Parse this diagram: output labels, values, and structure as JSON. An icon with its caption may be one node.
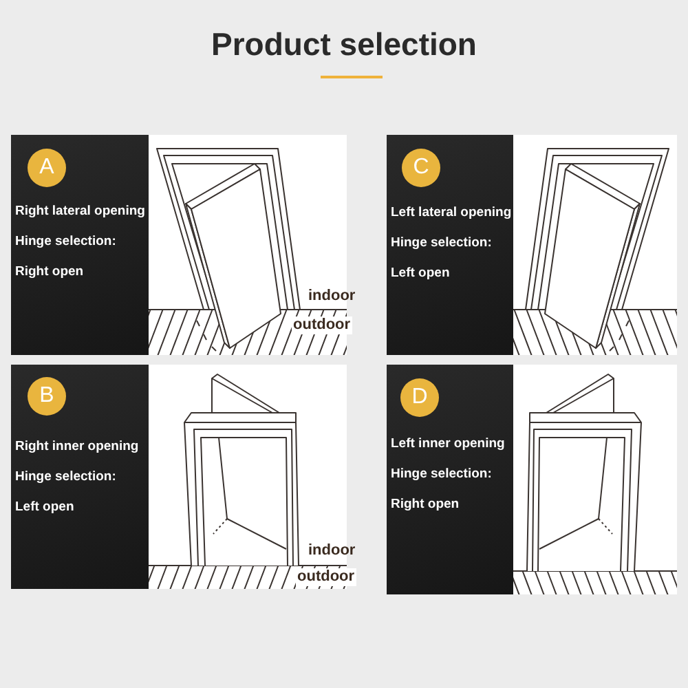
{
  "diagram": {
    "title": "Product selection",
    "nodes": [
      {
        "text": [
          "Right lateral opening",
          "Hinge selection:",
          "Right open"
        ]
      },
      {
        "text": [
          "A"
        ],
        "in": 0
      },
      {
        "text": [
          "Left lateral opening",
          "Hinge selection:",
          "Left open"
        ]
      },
      {
        "text": [
          "C"
        ],
        "in": 2
      },
      {
        "text": [
          "Right inner opening",
          "Hinge selection:",
          "Left open"
        ]
      },
      {
        "text": [
          "B"
        ],
        "in": 4
      },
      {
        "text": [
          "Left inner opening",
          "Hinge selection:",
          "Right open"
        ]
      },
      {
        "text": [
          "D"
        ],
        "in": 6
      }
    ],
    "labels": [
      "indoor",
      "outdoor",
      "indoor",
      "outdoor"
    ]
  }
}
